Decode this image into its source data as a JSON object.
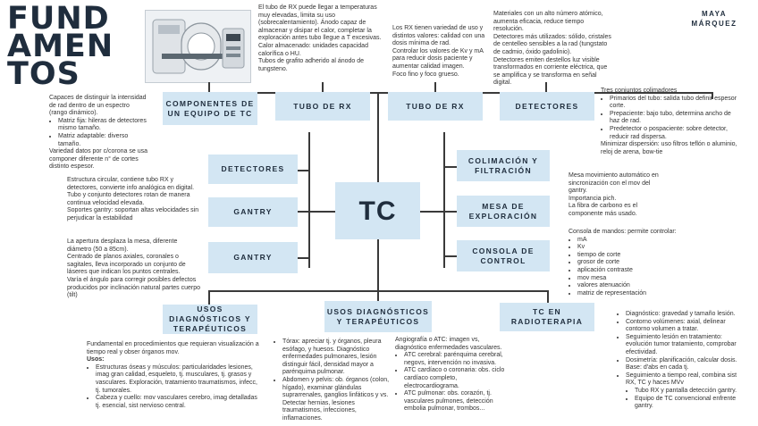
{
  "title_lines": [
    "FUND",
    "AMEN",
    "TOS"
  ],
  "author_lines": [
    "MAYA",
    "MÁRQUEZ"
  ],
  "center": "TC",
  "nodes": {
    "componentes": "COMPONENTES DE UN EQUIPO DE TC",
    "tubo1": "TUBO DE RX",
    "tubo2": "TUBO DE RX",
    "detectores_top": "DETECTORES",
    "detectores": "DETECTORES",
    "gantry1": "GANTRY",
    "gantry2": "GANTRY",
    "colimacion": "COLIMACIÓN Y FILTRACIÓN",
    "mesa": "MESA DE EXPLORACIÓN",
    "consola": "CONSOLA DE CONTROL",
    "usos1": "USOS DIAGNÓSTICOS Y TERAPÉUTICOS",
    "usos2": "USOS DIAGNÓSTICOS Y TERAPÉUTICOS",
    "radioterapia": "TC EN RADIOTERAPIA"
  },
  "notes": {
    "tubo1": [
      "El tubo de RX puede llegar a temperaturas muy elevadas, limita su uso (sobrecalentamiento). Ánodo capaz de almacenar y disipar el calor, completar la exploración antes tubo llegue a T excesivas.",
      "Calor almacenado: unidades capacidad calorífica o HU.",
      "Tubos de grafito adherido al ánodo de tungsteno."
    ],
    "tubo2": [
      "Los RX tienen variedad de uso y distintos valores: calidad con una dosis mínima de rad.",
      "Controlar los valores de Kv y mA para reducir dosis paciente y aumentar calidad imagen.",
      "Foco fino y foco grueso."
    ],
    "detectores_top": [
      "Materiales con un alto número atómico, aumenta eficacia, reduce tiempo resolución.",
      "Detectores más utilizados: sólido, cristales de centelleo sensibles a la rad (tungstato de cadmio, óxido gadolinio).",
      "Detectores emiten destellos luz visible transformados en corriente eléctrica, que se amplifica y se transforma en señal digital."
    ],
    "detectores_intro": "Capaces de distinguir la intensidad de rad dentro de un espectro (rango dinámico).",
    "detectores_items": [
      "Matriz fija: hileras de detectores mismo tamaño.",
      "Matriz adaptable: diverso tamaño."
    ],
    "detectores_outro": "Variedad datos por c/corona se usa componer diferente n° de cortes distinto espesor.",
    "gantry1": [
      "Estructura circular, contiene tubo RX y detectores, convierte info analógica en digital.",
      "Tubo y conjunto detectores rotan de manera continua velocidad elevada.",
      "Soportes gantry: soportan altas velocidades sin perjudicar la estabilidad"
    ],
    "gantry2": [
      "La apertura desplaza la mesa, diferente diámetro (50 a 85cm).",
      "Centrado de planos axiales, coronales o sagitales, lleva incorporado un conjunto de láseres que indican los puntos centrales.",
      "Varía el ángulo para corregir posibles defectos producidos por inclinación natural partes cuerpo (tilt)"
    ],
    "colimacion_intro": "Tres conjuntos colimadores",
    "colimacion_items": [
      "Primarios del tubo: salida tubo definir espesor corte.",
      "Prepaciente: bajo tubo, determina ancho de haz de rad.",
      "Predetector o pospaciente: sobre detector, reducir rad dispersa."
    ],
    "colimacion_outro": "Minimizar dispersión: uso filtros teflón o aluminio, reloj de arena, bow-tie",
    "mesa": [
      "Mesa movimiento automático en sincronización con el mov del gantry.",
      "Importancia pich.",
      "La fibra de carbono es el componente más usado."
    ],
    "consola_intro": "Consola de mandos: permite controlar:",
    "consola_items": [
      "mA",
      "Kv",
      "tiempo de corte",
      "grosor de corte",
      "aplicación contraste",
      "mov mesa",
      "valores atenuación",
      "matriz de representación"
    ],
    "usos1_intro": "Fundamental en procedimientos que requieran visualización a tiempo real y obser órganos mov.",
    "usos1_label": "Usos:",
    "usos1_items": [
      "Estructuras óseas y músculos: particularidades lesiones, imag gran calidad, esqueleto, tj. musculares, tj. grasos y vasculares. Exploración, tratamiento traumatismos, infecc, tj. tumorales.",
      "Cabeza y cuello: mov vasculares cerebro, imag detalladas tj. esencial, sist nervioso central."
    ],
    "usos2a_items": [
      "Tórax: apreciar tj. y órganos, pleura esófago, y huesos. Diagnóstico enfermedades pulmonares, lesión distinguir fácil, densidad mayor a parénquima pulmonar.",
      "Abdomen y pelvis: ob. órganos (colon, hígado), examinar glándulas suprarrenales, ganglios linfáticos y vs. Detectar hernias, lesiones traumatismos, infecciones, inflamaciones."
    ],
    "usos2b_intro": "Angiografía o ATC: imagen vs, diagnóstico enfermedades vasculares.",
    "usos2b_items": [
      "ATC cerebral: parénquima cerebral, negovs, intervención no invasiva.",
      "ATC cardíaco o coronaria: obs. ciclo cardíaco completo, electrocardiograma.",
      "ATC pulmonar: obs. corazón, tj. vasculares pulmones, detección embolia pulmonar, trombos..."
    ],
    "radioterapia_items": [
      "Diagnóstico: gravedad y tamaño lesión.",
      "Contorno volúmenes: axial, delinear contorno volumen a tratar.",
      "Seguimiento lesión en tratamiento: evolución tumor tratamiento, comprobar efectividad.",
      "Dosimetría: planificación, calcular dosis. Base: d'abs en cada tj.",
      "Seguimiento a tiempo real, combina sist RX, TC y haces MVv"
    ],
    "radioterapia_sub": [
      "Tubo RX y pantalla detección gantry.",
      "Equipo de TC convencional enfrente gantry."
    ]
  }
}
